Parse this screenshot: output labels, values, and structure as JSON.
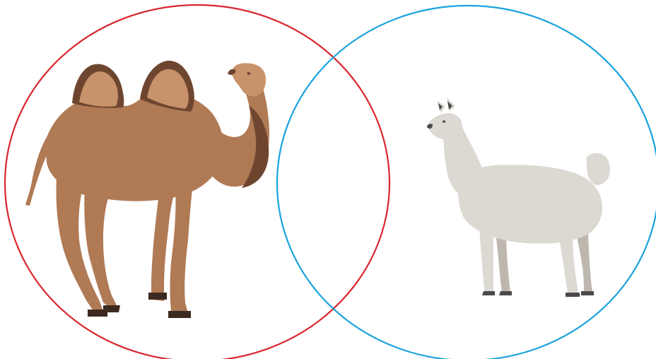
{
  "diagram": {
    "type": "venn",
    "sets": [
      {
        "id": "left",
        "animal": "camel",
        "icon": "bactrian-camel-illustration",
        "color": "#d9262e"
      },
      {
        "id": "right",
        "animal": "llama",
        "icon": "llama-illustration",
        "color": "#1aa3dd"
      }
    ],
    "intersection_content": "empty"
  },
  "colors": {
    "camel_body": "#b07a55",
    "camel_light": "#c8926a",
    "camel_dark": "#6e4630",
    "camel_hoof": "#3c2a20",
    "llama_body": "#dcd8d2",
    "llama_shade": "#bdb7ae",
    "llama_dark": "#4a4a4a"
  }
}
